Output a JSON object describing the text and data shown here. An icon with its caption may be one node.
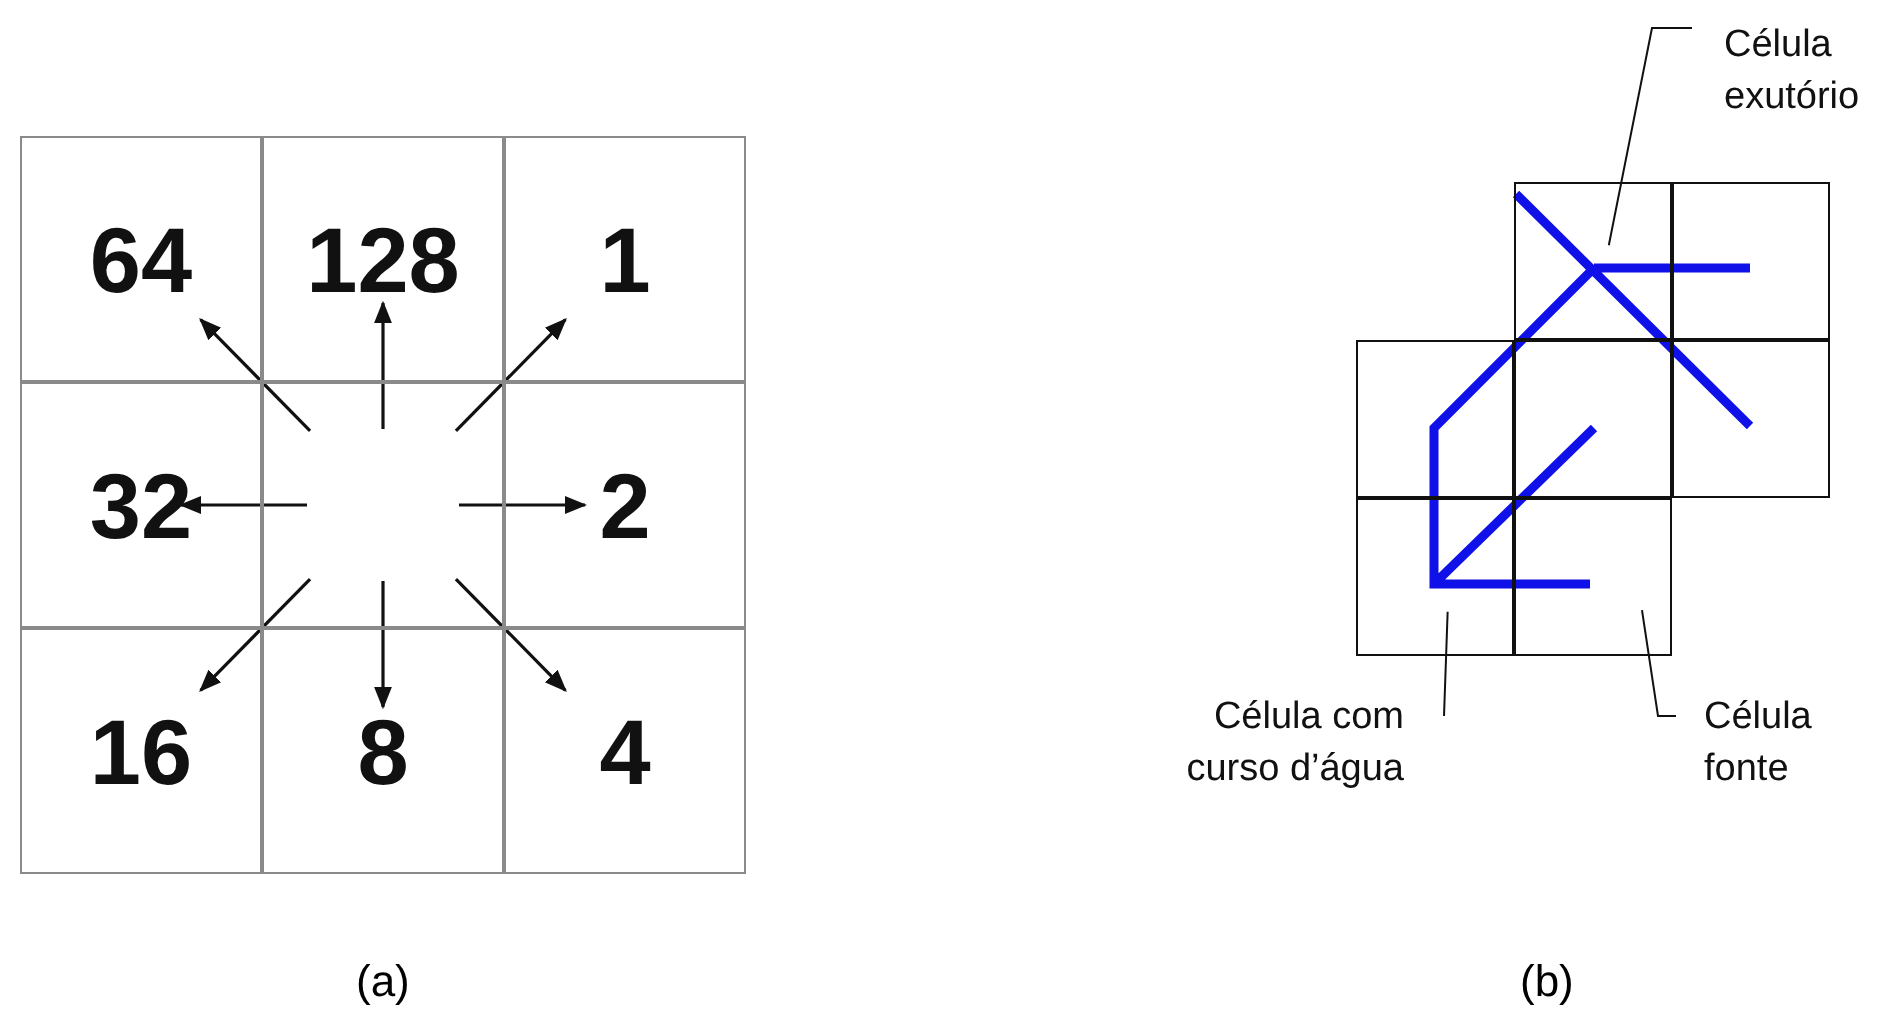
{
  "diagram": {
    "nodes": [
      {
        "text": [
          "64"
        ]
      },
      {
        "text": [
          "128"
        ]
      },
      {
        "text": [
          "1"
        ]
      },
      {
        "text": [
          "32"
        ]
      },
      {
        "text": [],
        "shape": "box"
      },
      {
        "text": [
          "2"
        ]
      },
      {
        "text": [
          "16"
        ]
      },
      {
        "text": [
          "8"
        ]
      },
      {
        "text": [
          "4"
        ]
      },
      {
        "text": [
          "Célula exutório"
        ]
      },
      {
        "text": [],
        "shape": "box"
      },
      {
        "text": [],
        "shape": "box"
      },
      {
        "text": [],
        "shape": "box"
      },
      {
        "text": [],
        "shape": "box"
      },
      {
        "text": [],
        "shape": "box"
      },
      {
        "text": [],
        "shape": "box"
      },
      {
        "text": [],
        "shape": "box"
      },
      {
        "text": [
          "Célula com curso d’água"
        ]
      },
      {
        "text": [
          "Célula fonte"
        ]
      }
    ],
    "edges": [
      {
        "from": 4,
        "to": 0,
        "arrow": "to"
      },
      {
        "from": 4,
        "to": 1,
        "arrow": "to"
      },
      {
        "from": 4,
        "to": 2,
        "arrow": "to"
      },
      {
        "from": 4,
        "to": 3,
        "arrow": "to"
      },
      {
        "from": 4,
        "to": 5,
        "arrow": "to"
      },
      {
        "from": 4,
        "to": 6,
        "arrow": "to"
      },
      {
        "from": 4,
        "to": 7,
        "arrow": "to"
      },
      {
        "from": 4,
        "to": 8,
        "arrow": "to"
      },
      {
        "from": 9,
        "to": 10,
        "arrow": "none"
      },
      {
        "from": 17,
        "to": 15,
        "arrow": "none"
      },
      {
        "from": 18,
        "to": 16,
        "arrow": "none"
      }
    ],
    "labels": [
      "(a)",
      "(b)"
    ]
  }
}
